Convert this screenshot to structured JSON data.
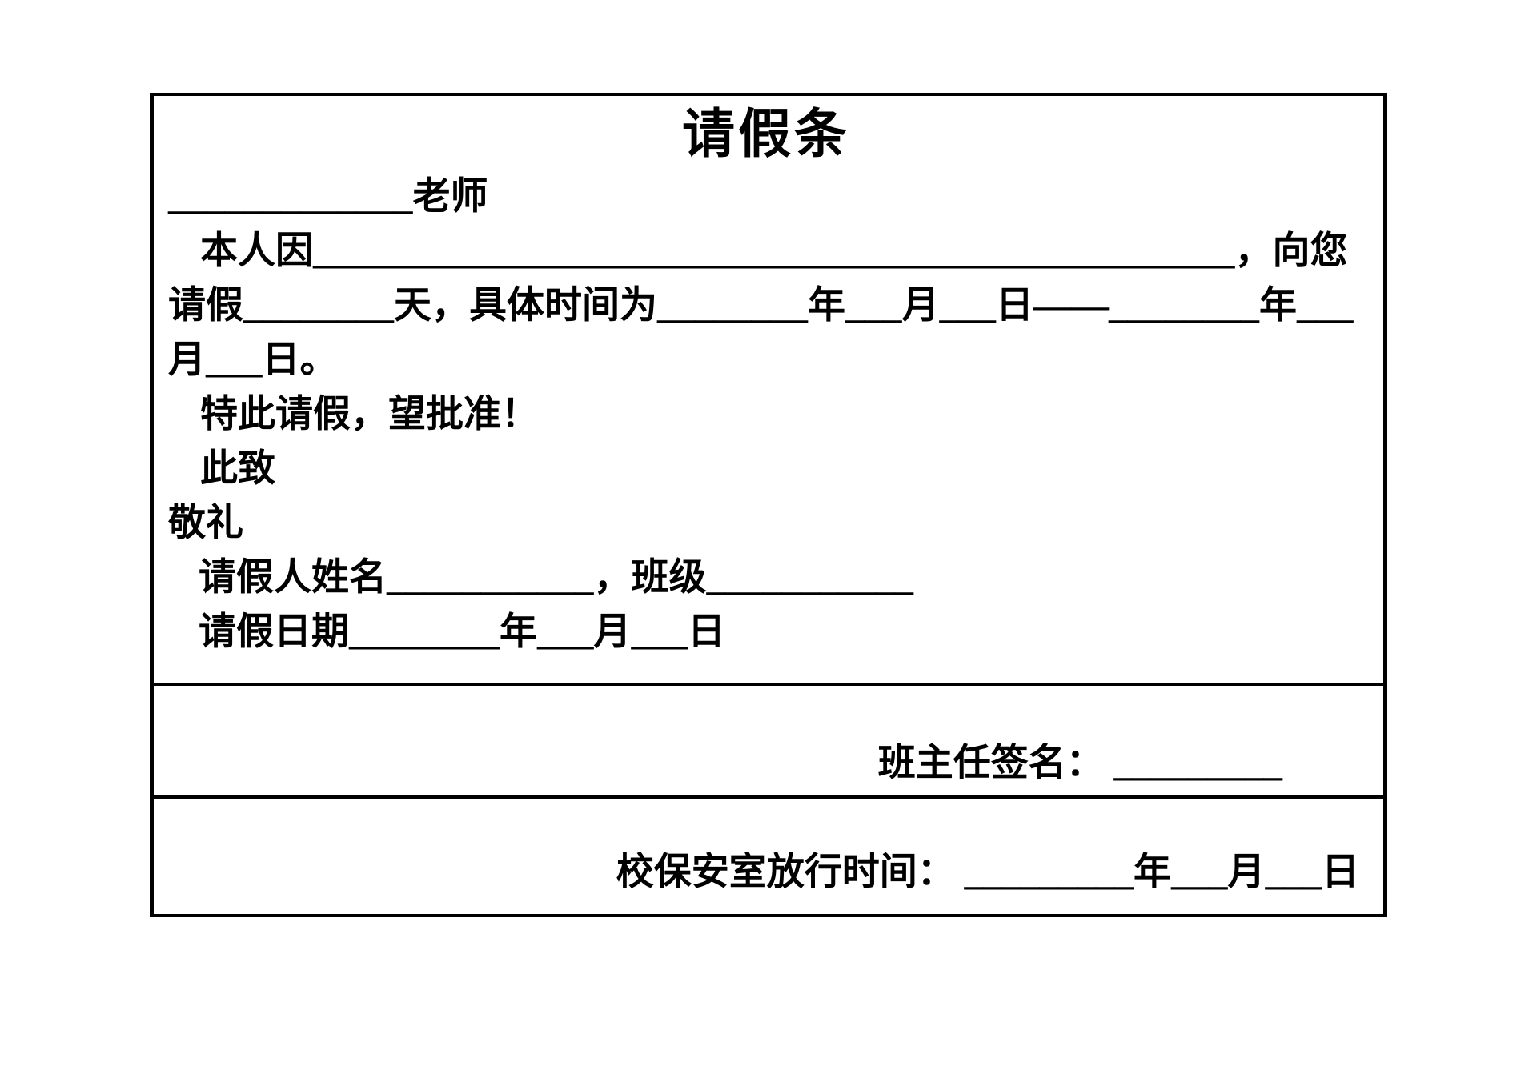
{
  "colors": {
    "background": "#ffffff",
    "text": "#000000",
    "border": "#000000"
  },
  "form": {
    "title": "请假条",
    "lines": [
      {
        "name": "teacher-line",
        "text": "_____________老师"
      },
      {
        "name": "reason-line",
        "text": "本人因_________________________________________________，向您"
      },
      {
        "name": "duration-time-line",
        "text": "请假________天，具体时间为________年___月___日——________年___"
      },
      {
        "name": "date-continuation-line",
        "text": "月___日。"
      },
      {
        "name": "request-approval-line",
        "text": "特此请假，望批准！"
      },
      {
        "name": "sincerely-line",
        "text": "此致"
      },
      {
        "name": "salute-line",
        "text": "敬礼"
      },
      {
        "name": "name-class-line",
        "text": "请假人姓名___________，班级___________"
      },
      {
        "name": "request-date-line",
        "text": "请假日期________年___月___日"
      }
    ],
    "homeroom_signature": {
      "label": "班主任签名： _________"
    },
    "security_release": {
      "label": "校保安室放行时间： _________年___月___日"
    }
  }
}
